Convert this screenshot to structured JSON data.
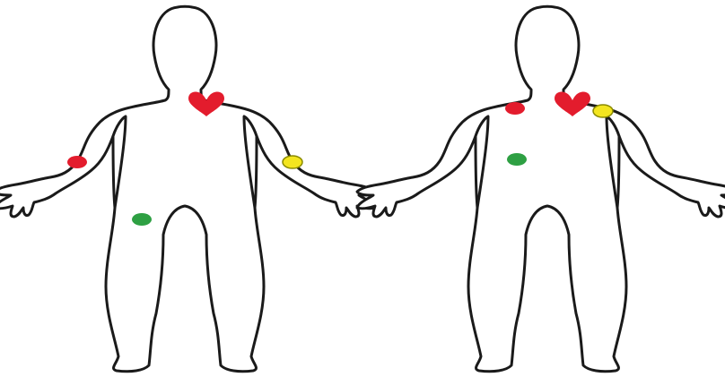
{
  "figures": [
    {
      "name": "figure-left",
      "markers": [
        {
          "name": "heart-icon",
          "kind": "heart",
          "color": "#e31c2d"
        },
        {
          "name": "right-wrist-electrode",
          "kind": "dot",
          "color": "#e31c2d"
        },
        {
          "name": "left-wrist-electrode",
          "kind": "dot",
          "color": "#f3e51f"
        },
        {
          "name": "lower-left-abdomen-electrode",
          "kind": "dot",
          "color": "#2ea043"
        }
      ]
    },
    {
      "name": "figure-right",
      "markers": [
        {
          "name": "heart-icon",
          "kind": "heart",
          "color": "#e31c2d"
        },
        {
          "name": "right-chest-electrode",
          "kind": "dot",
          "color": "#e31c2d"
        },
        {
          "name": "left-chest-electrode",
          "kind": "dot",
          "color": "#f3e51f"
        },
        {
          "name": "right-abdomen-electrode",
          "kind": "dot",
          "color": "#2ea043"
        }
      ]
    }
  ],
  "colors": {
    "outline": "#1a1a1a",
    "red": "#e31c2d",
    "yellow": "#f3e51f",
    "green": "#2ea043",
    "background": "#ffffff"
  }
}
